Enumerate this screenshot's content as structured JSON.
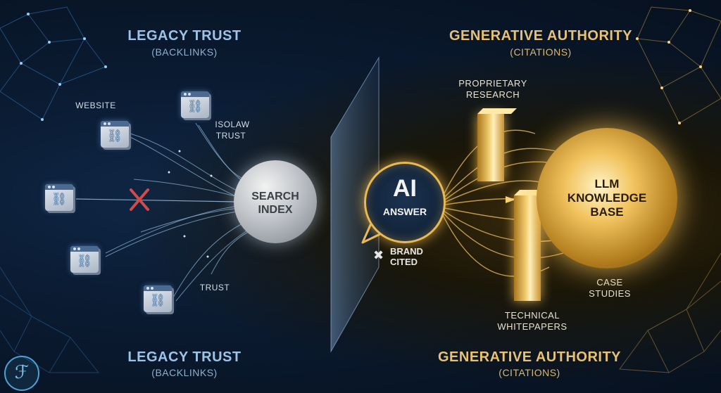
{
  "left_panel": {
    "title": "LEGACY TRUST",
    "subtitle": "(BACKLINKS)",
    "bottom_title": "LEGACY TRUST",
    "bottom_subtitle": "(BACKLINKS)",
    "labels": {
      "website": "WEBSITE",
      "isolaw": "ISOLAW",
      "isolaw_trust": "TRUST",
      "trust": "TRUST"
    },
    "blocked_marker": "X",
    "search_node": [
      "SEARCH",
      "INDEX"
    ]
  },
  "center": {
    "ai_big": "AI",
    "ai_small": "ANSWER",
    "brand_line1": "BRAND",
    "brand_line2": "CITED"
  },
  "right_panel": {
    "title": "GENERATIVE AUTHORITY",
    "subtitle": "(CITATIONS)",
    "bottom_title": "GENERATIVE AUTHORITY",
    "bottom_subtitle": "(CITATIONS)",
    "proprietary": [
      "PROPRIETARY",
      "RESEARCH"
    ],
    "technical": [
      "TECHNICAL",
      "WHITEPAPERS"
    ],
    "case": [
      "CASE",
      "STUDIES"
    ],
    "llm": [
      "LLM",
      "KNOWLEDGE",
      "BASE"
    ]
  },
  "colors": {
    "legacy_accent": "#9cc4e8",
    "generative_accent": "#e8c271",
    "ai_ring": "#e9b954"
  },
  "icons": {
    "site": "link-icon",
    "blocked": "x-icon",
    "brand": "brand-mark-icon",
    "logo": "logo-icon"
  }
}
